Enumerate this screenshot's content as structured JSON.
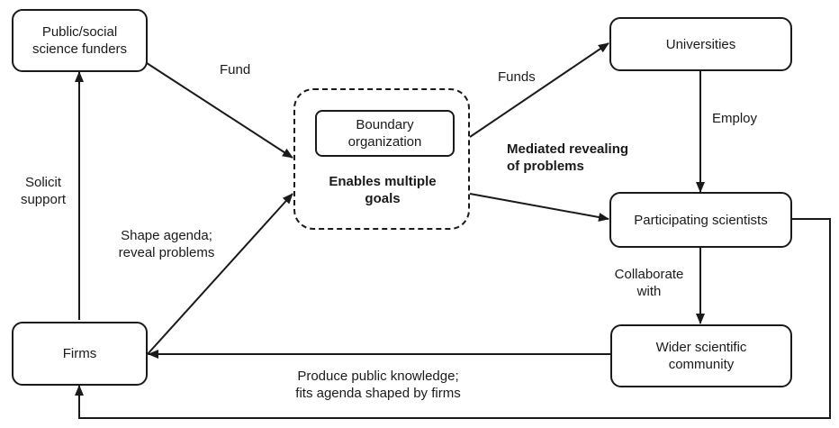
{
  "nodes": {
    "funders": "Public/social\nscience funders",
    "firms": "Firms",
    "universities": "Universities",
    "participating": "Participating scientists",
    "wider": "Wider scientific\ncommunity",
    "boundary": "Boundary\norganization",
    "boundary_caption": "Enables multiple\ngoals"
  },
  "edges": {
    "fund": "Fund",
    "funds": "Funds",
    "mediated": "Mediated revealing\nof problems",
    "employ": "Employ",
    "solicit": "Solicit\nsupport",
    "shape": "Shape agenda;\nreveal problems",
    "collaborate": "Collaborate\nwith",
    "produce": "Produce public knowledge;\nfits agenda shaped by firms"
  }
}
